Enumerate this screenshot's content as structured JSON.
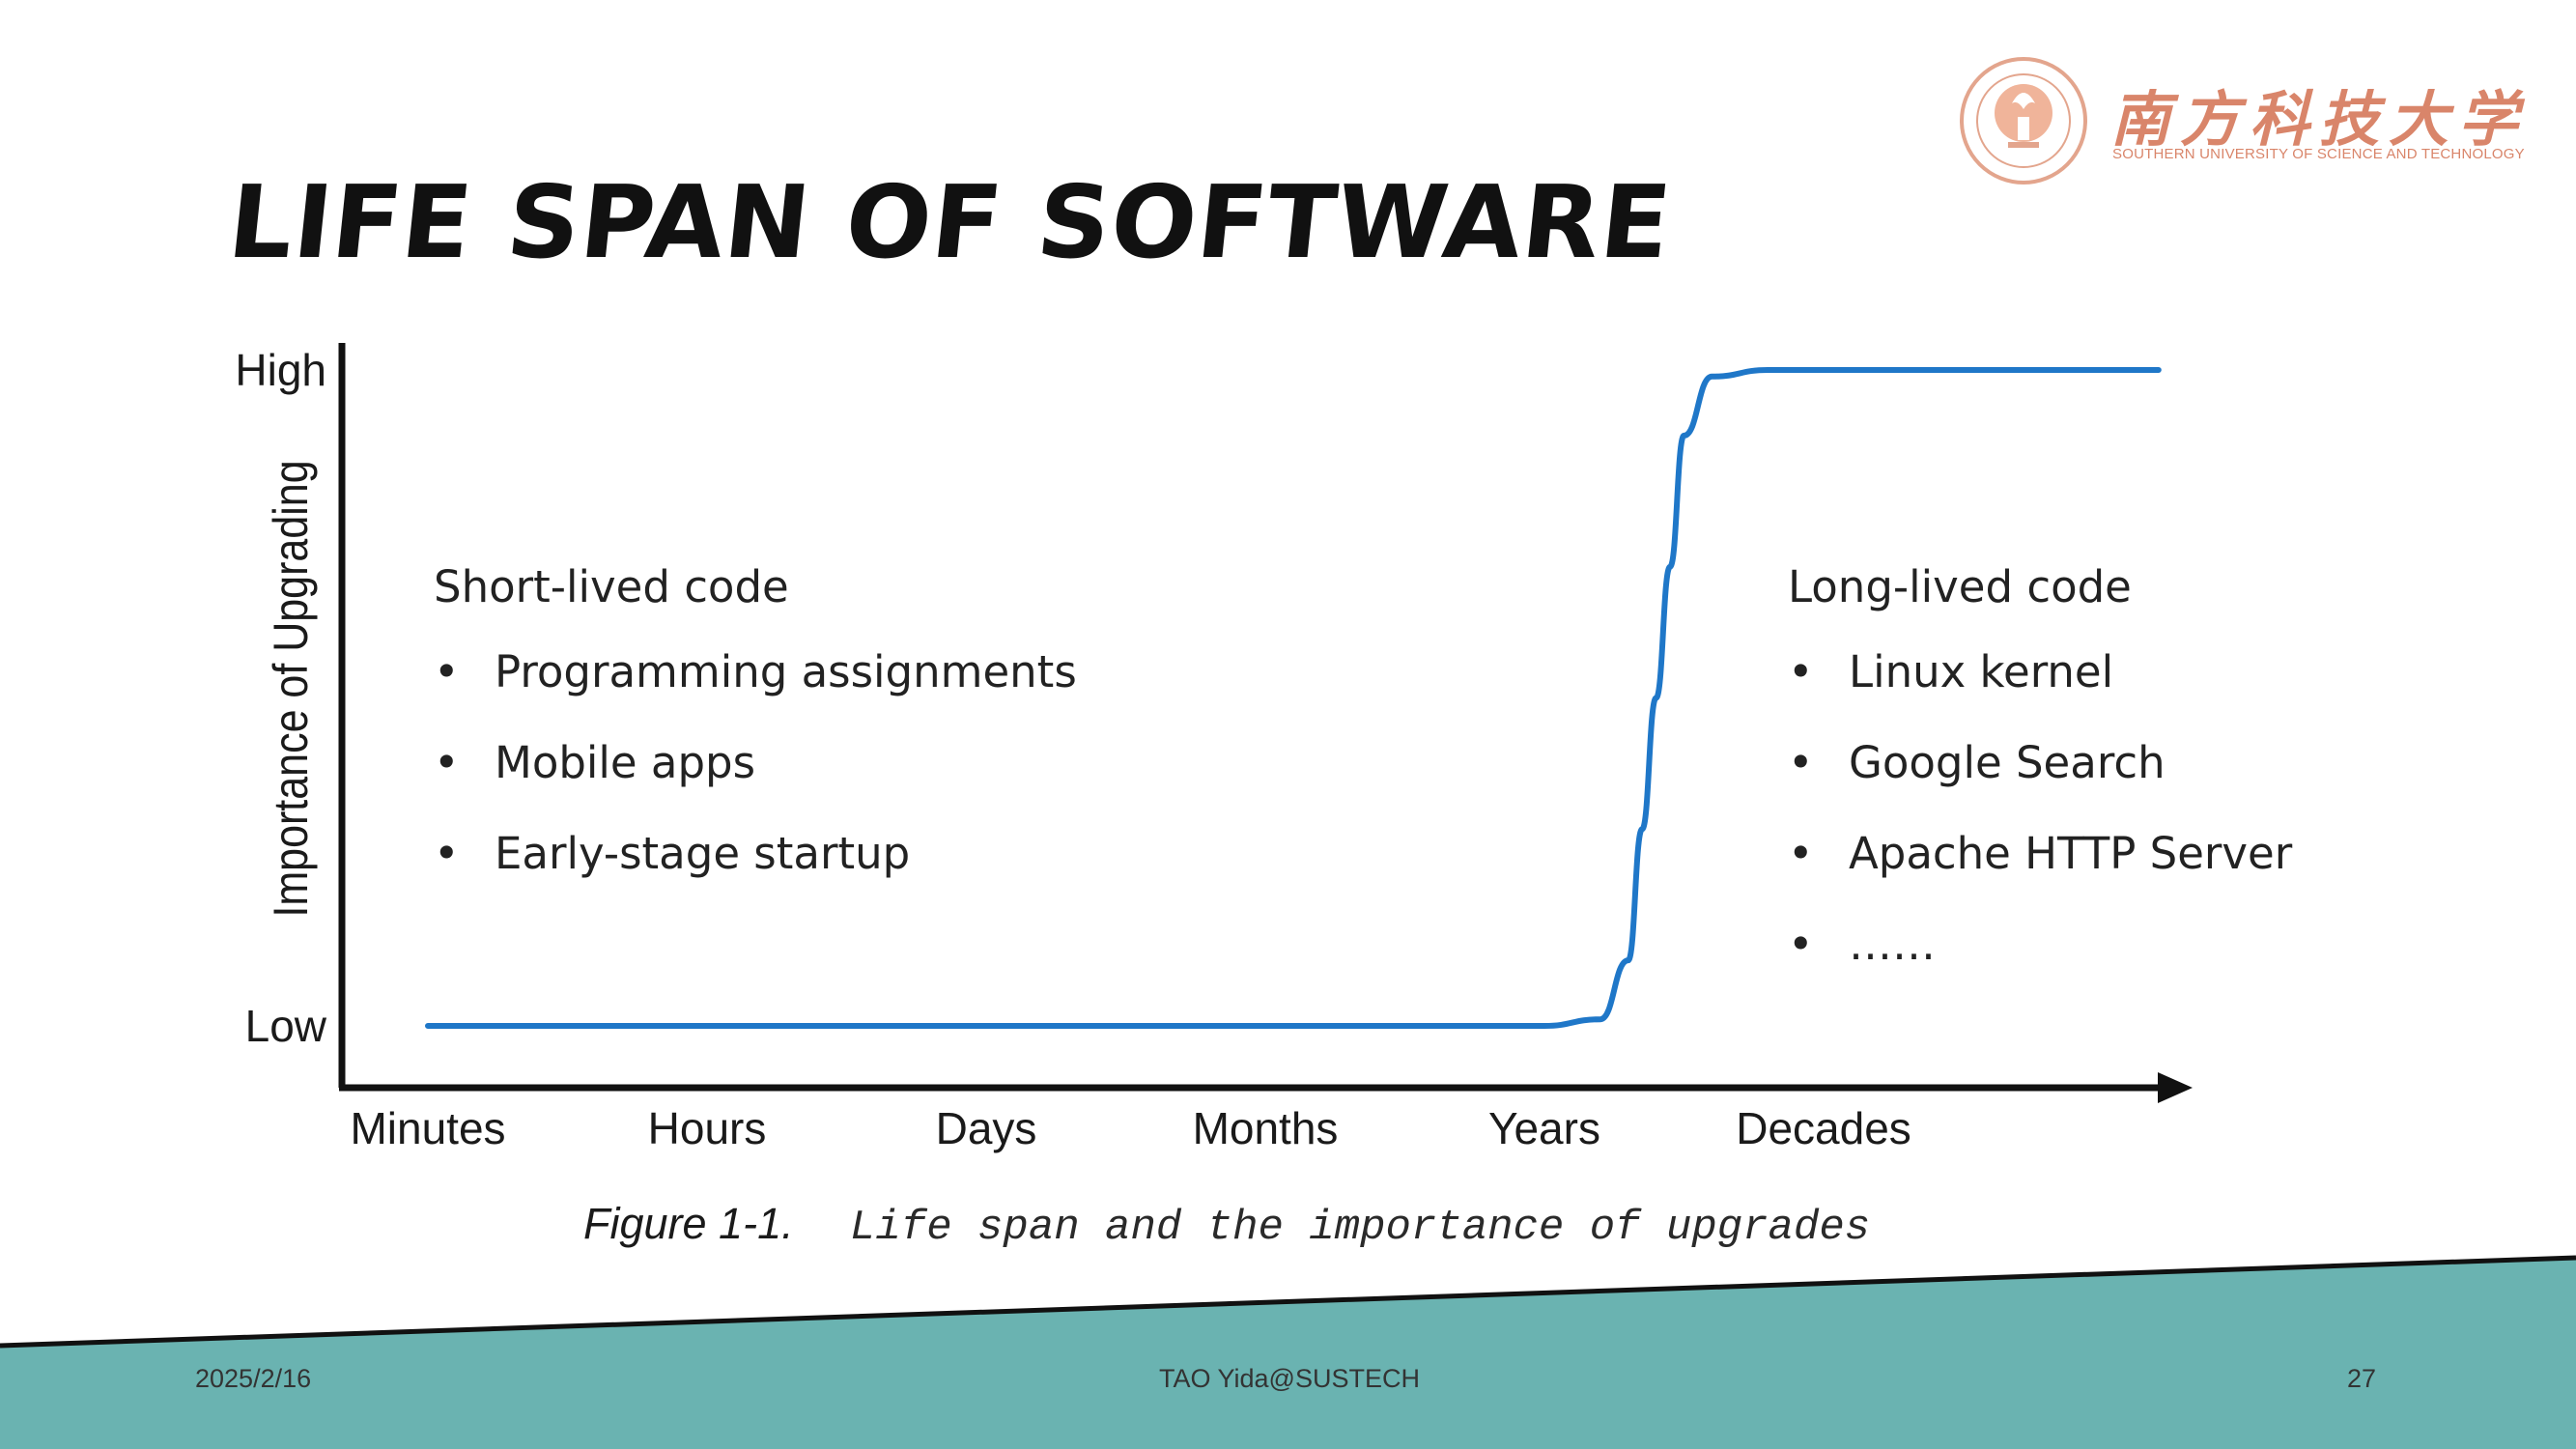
{
  "slide": {
    "title": "Life Span of Software"
  },
  "logo": {
    "name_cn": "南方科技大学",
    "name_en": "SOUTHERN UNIVERSITY OF SCIENCE AND TECHNOLOGY"
  },
  "chart_data": {
    "type": "line",
    "title": "",
    "caption": {
      "prefix": "Figure 1-1.",
      "text": "Life span and the importance of upgrades"
    },
    "xlabel": "",
    "ylabel": "Importance of Upgrading",
    "x_categories": [
      "Minutes",
      "Hours",
      "Days",
      "Months",
      "Years",
      "Decades"
    ],
    "y_categories": [
      "Low",
      "High"
    ],
    "series": [
      {
        "points": [
          {
            "x": 0.0,
            "y": 0.0
          },
          {
            "x": 4.0,
            "y": 0.0
          },
          {
            "x": 4.2,
            "y": 0.01
          },
          {
            "x": 4.3,
            "y": 0.1
          },
          {
            "x": 4.35,
            "y": 0.3
          },
          {
            "x": 4.4,
            "y": 0.5
          },
          {
            "x": 4.45,
            "y": 0.7
          },
          {
            "x": 4.5,
            "y": 0.9
          },
          {
            "x": 4.6,
            "y": 0.99
          },
          {
            "x": 4.8,
            "y": 1.0
          },
          {
            "x": 6.2,
            "y": 1.0
          }
        ]
      }
    ],
    "colors": {
      "line": "#1f77c8",
      "axis": "#111111"
    },
    "grid": false
  },
  "annotations": {
    "short_lived": {
      "title": "Short-lived code",
      "items": [
        "Programming assignments",
        "Mobile apps",
        "Early-stage startup"
      ]
    },
    "long_lived": {
      "title": "Long-lived code",
      "items": [
        "Linux kernel",
        "Google Search",
        "Apache HTTP Server",
        "……"
      ]
    },
    "bullet_symbol": "•"
  },
  "footer": {
    "date": "2025/2/16",
    "author": "TAO Yida@SUSTECH",
    "page_number": "27",
    "band_color": "#6ab3b1"
  }
}
